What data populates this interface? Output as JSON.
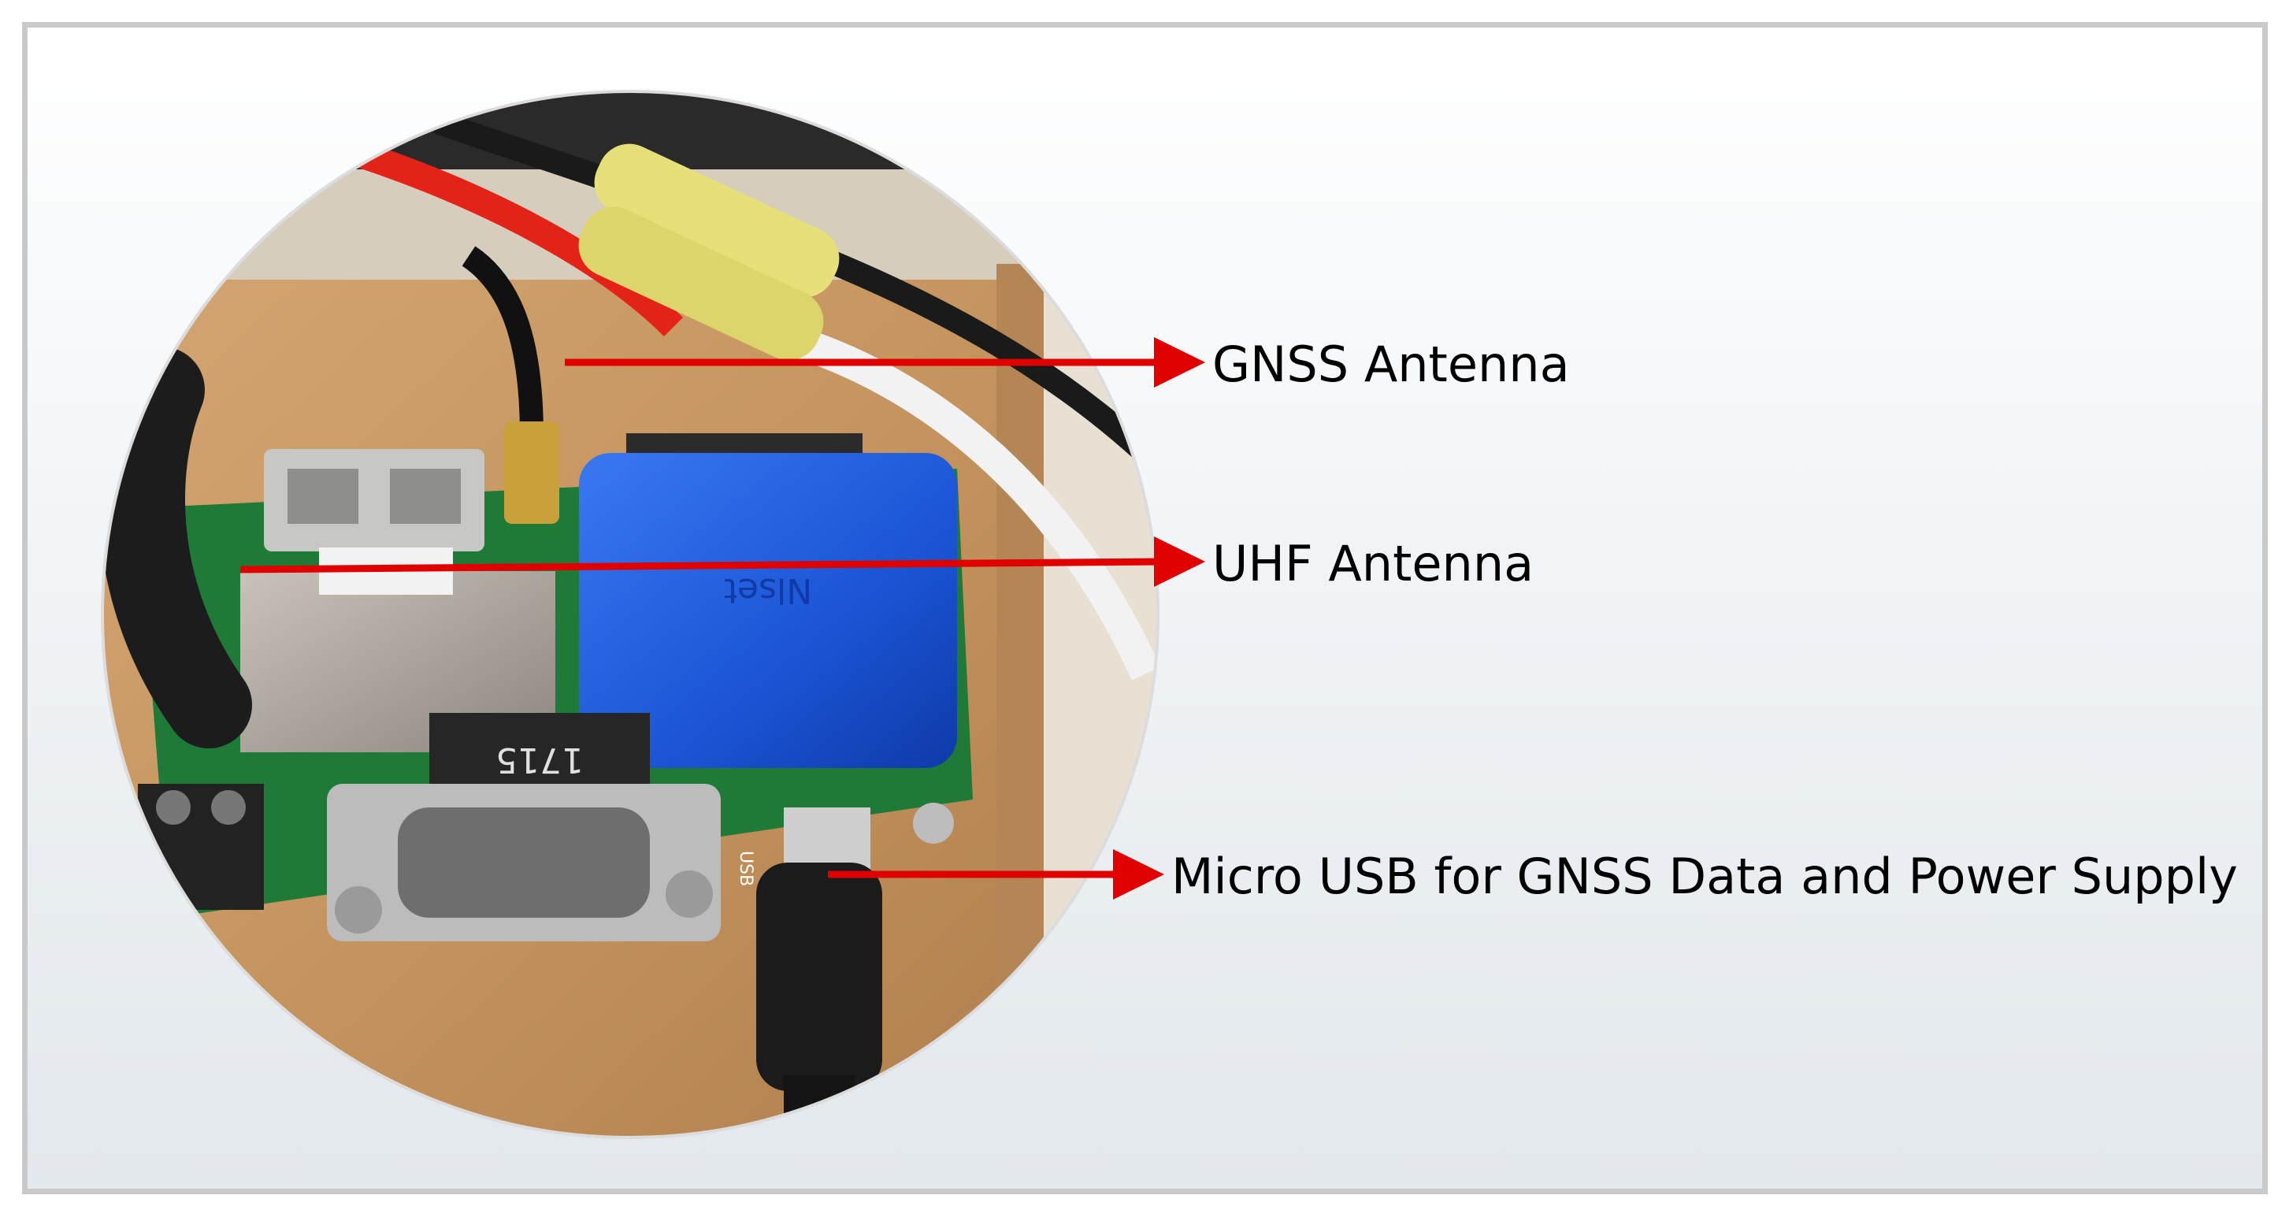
{
  "figure": {
    "labels": {
      "gnss_antenna": "GNSS Antenna",
      "uhf_antenna": "UHF Antenna",
      "micro_usb": "Micro USB for GNSS Data and Power Supply"
    },
    "board_prints": {
      "connector_code": "1715",
      "brand": "Nlset",
      "usb_mark": "USB"
    },
    "colors": {
      "arrow": "#e00000",
      "frame_border": "#c9c9c9",
      "pcb": "#1f7a37",
      "enclosure_blue": "#1f5ad6",
      "wood": "#c99a66"
    }
  }
}
